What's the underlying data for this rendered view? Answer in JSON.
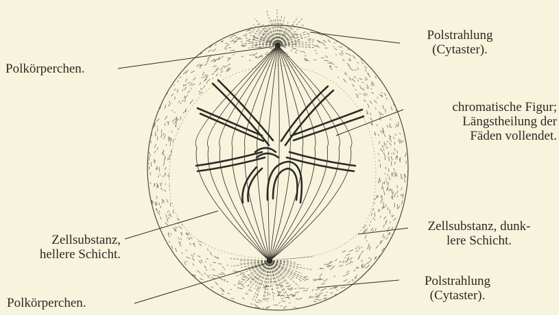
{
  "labels": {
    "polstrahlung_top": [
      "Polstrahlung",
      "(Cytaster)."
    ],
    "polkoerperchen_top": "Polkörperchen.",
    "chromatische": [
      "chromatische Figur;",
      "Längstheilung der",
      "Fäden vollendet."
    ],
    "zellsubstanz_hell": [
      "Zellsubstanz,",
      "hellere Schicht."
    ],
    "zellsubstanz_dunkel": [
      "Zellsubstanz, dunk-",
      "lere Schicht."
    ],
    "polstrahlung_bottom": [
      "Polstrahlung",
      "(Cytaster)."
    ],
    "polkoerperchen_bottom": "Polkörperchen."
  },
  "colors": {
    "paper": "#f7f3dc",
    "ink": "#2a2a26",
    "stipple": "#6f6d60"
  }
}
